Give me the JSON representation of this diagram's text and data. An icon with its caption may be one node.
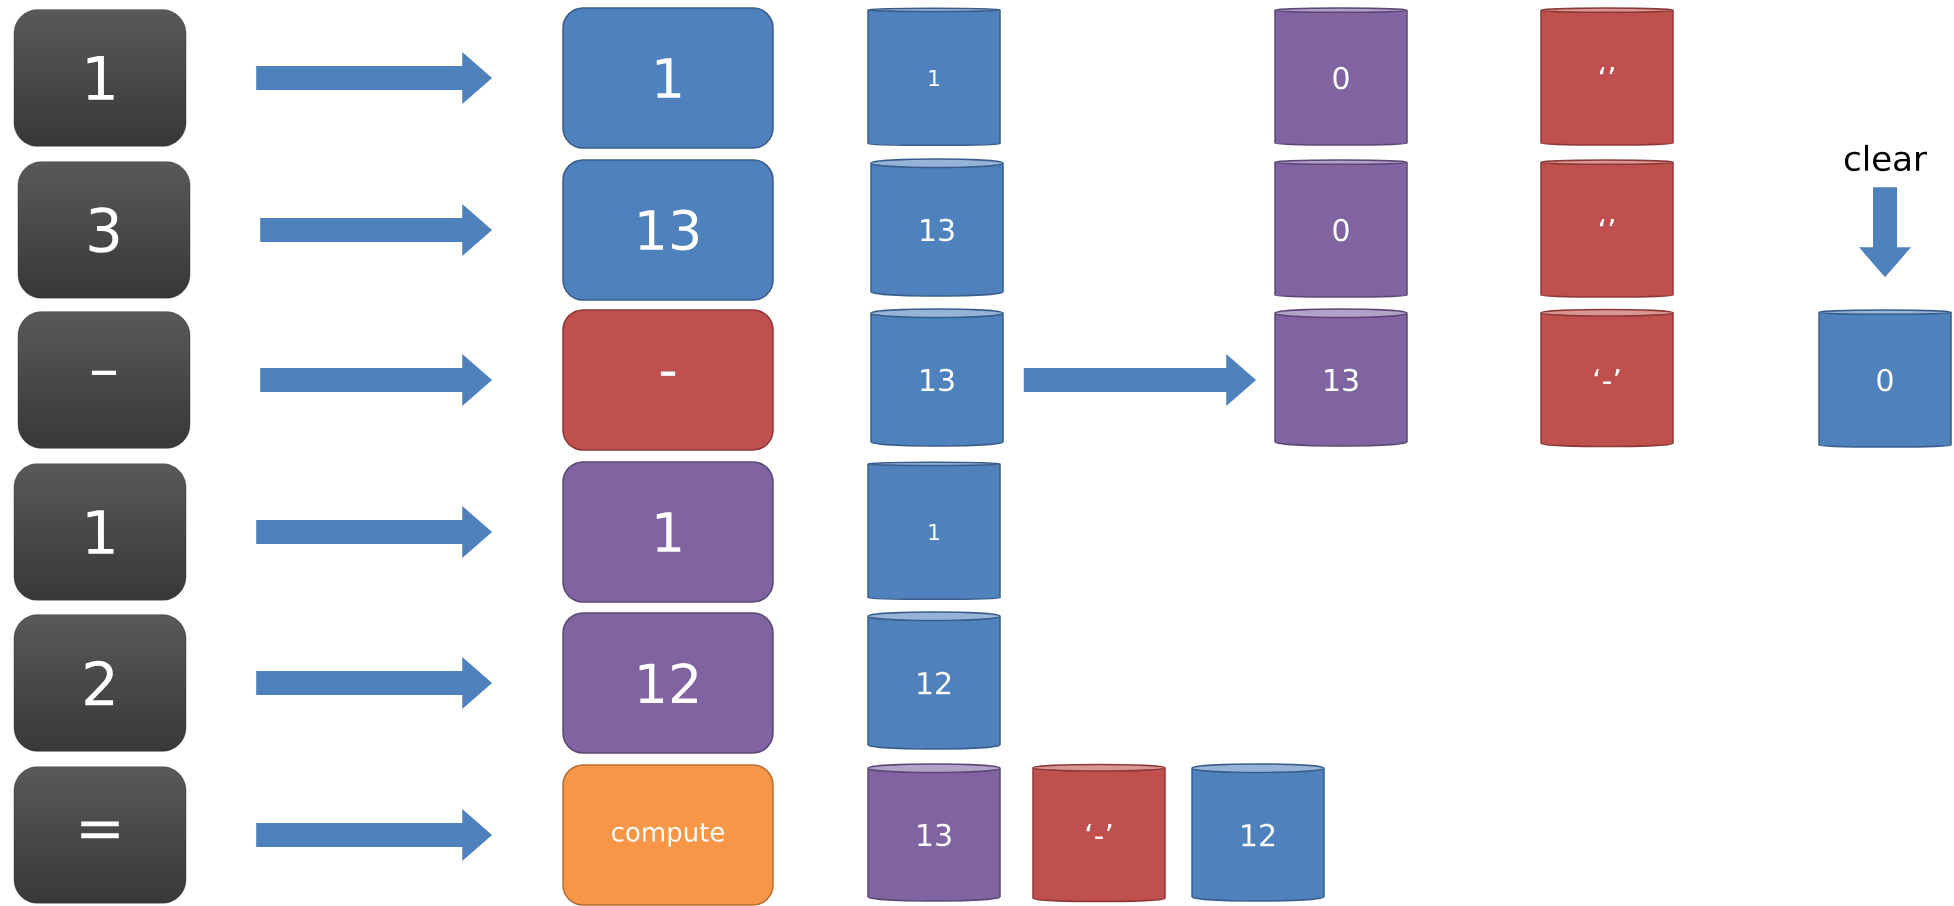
{
  "diagram": {
    "nodes": [
      {
        "text": [
          "1"
        ]
      },
      {
        "text": [
          "1"
        ]
      },
      {
        "text": [
          "1"
        ]
      },
      {
        "text": [
          "0"
        ]
      },
      {
        "text": [
          "‘’"
        ]
      },
      {
        "text": [
          "3"
        ]
      },
      {
        "text": [
          "13"
        ]
      },
      {
        "text": [
          "13"
        ]
      },
      {
        "text": [
          "0"
        ]
      },
      {
        "text": [
          "‘’"
        ]
      },
      {
        "text": [
          "clear"
        ]
      },
      {
        "text": [
          "–"
        ]
      },
      {
        "text": [
          "-"
        ]
      },
      {
        "text": [
          "13"
        ]
      },
      {
        "text": [
          "13"
        ]
      },
      {
        "text": [
          "‘-’"
        ]
      },
      {
        "text": [
          "0"
        ]
      },
      {
        "text": [
          "1"
        ]
      },
      {
        "text": [
          "1"
        ]
      },
      {
        "text": [
          "1"
        ]
      },
      {
        "text": [
          "2"
        ]
      },
      {
        "text": [
          "12"
        ]
      },
      {
        "text": [
          "12"
        ]
      },
      {
        "text": [
          "="
        ]
      },
      {
        "text": [
          "compute"
        ]
      },
      {
        "text": [
          "13"
        ]
      },
      {
        "text": [
          "‘-’"
        ]
      },
      {
        "text": [
          "12"
        ]
      }
    ],
    "edges": [
      {
        "from": 0,
        "to": 1,
        "arrow": "to"
      },
      {
        "from": 5,
        "to": 6,
        "arrow": "to"
      },
      {
        "from": 10,
        "to": 16,
        "arrow": "to"
      },
      {
        "from": 11,
        "to": 12,
        "arrow": "to"
      },
      {
        "from": 13,
        "to": 14,
        "arrow": "to"
      },
      {
        "from": 17,
        "to": 18,
        "arrow": "to"
      },
      {
        "from": 20,
        "to": 21,
        "arrow": "to"
      },
      {
        "from": 23,
        "to": 24,
        "arrow": "to"
      }
    ]
  }
}
